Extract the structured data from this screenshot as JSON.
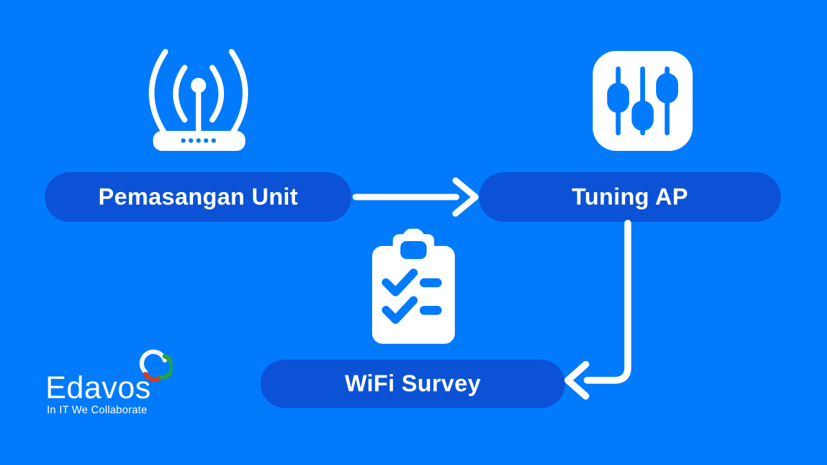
{
  "colors": {
    "background": "#017bfc",
    "node_fill": "#0b52d6",
    "icon_white": "#ffffff",
    "logo_green": "#25a244",
    "logo_red": "#d43a26",
    "logo_white": "#f2f8ff"
  },
  "flow": {
    "nodes": [
      {
        "id": "pemasangan-unit",
        "label": "Pemasangan Unit",
        "icon": "wifi-router-icon"
      },
      {
        "id": "tuning-ap",
        "label": "Tuning AP",
        "icon": "sliders-settings-icon"
      },
      {
        "id": "wifi-survey",
        "label": "WiFi Survey",
        "icon": "checklist-clipboard-icon"
      }
    ],
    "connections": [
      {
        "from": "pemasangan-unit",
        "to": "tuning-ap",
        "shape": "straight-arrow-right"
      },
      {
        "from": "tuning-ap",
        "to": "wifi-survey",
        "shape": "elbow-arrow-down-left"
      }
    ]
  },
  "branding": {
    "logo_text": "Edavos",
    "tagline": "In IT We Collaborate",
    "logo_mark": "tri-color-swirl"
  }
}
